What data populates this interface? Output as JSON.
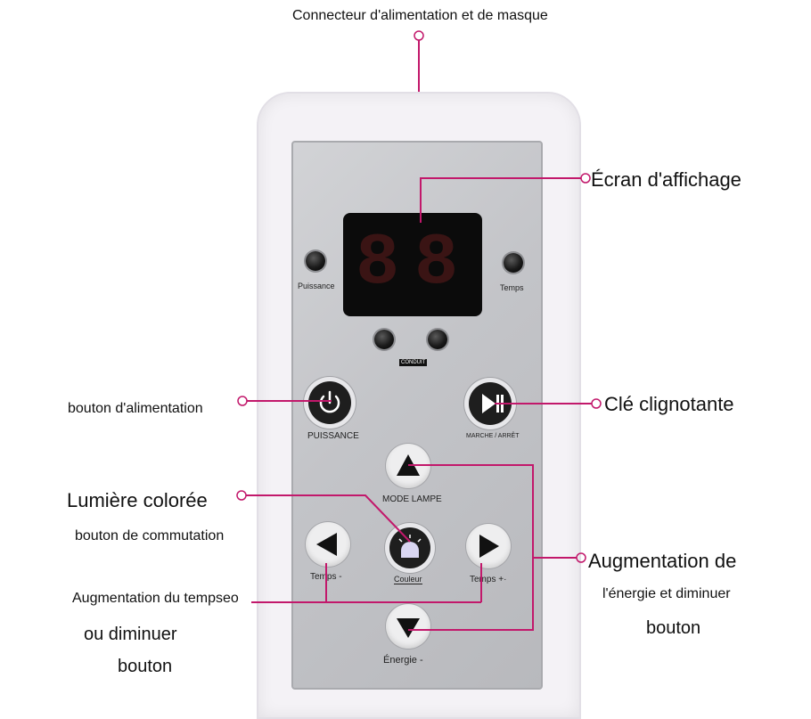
{
  "callouts": {
    "connector": "Connecteur d'alimentation et de masque",
    "display": "Écran d'affichage",
    "power_button": "bouton d'alimentation",
    "flash_key": "Clé clignotante",
    "color_light_line1": "Lumière colorée",
    "color_light_line2": "bouton de commutation",
    "time_line1": "Augmentation du tempseo",
    "time_line2": "ou diminuer",
    "time_line3": "bouton",
    "energy_line1": "Augmentation de",
    "energy_line2": "l'énergie et diminuer",
    "energy_line3": "bouton"
  },
  "device": {
    "display_digits": [
      "8",
      "8"
    ],
    "puissance_label": "Puissance",
    "temps_label": "Temps",
    "conduit_label": "CONDUIT",
    "power_label": "PUISSANCE",
    "play_label": "MARCHE / ARRÊT",
    "mode_label": "MODE LAMPE",
    "couleur_label": "Couleur",
    "temps_minus_label": "Temps -",
    "temps_plus_label": "Temps +·",
    "energie_label": "Énergie -"
  },
  "colors": {
    "callout_line": "#c2186b",
    "panel": "#c3c4c8",
    "button_dark": "#1e1e1e"
  }
}
